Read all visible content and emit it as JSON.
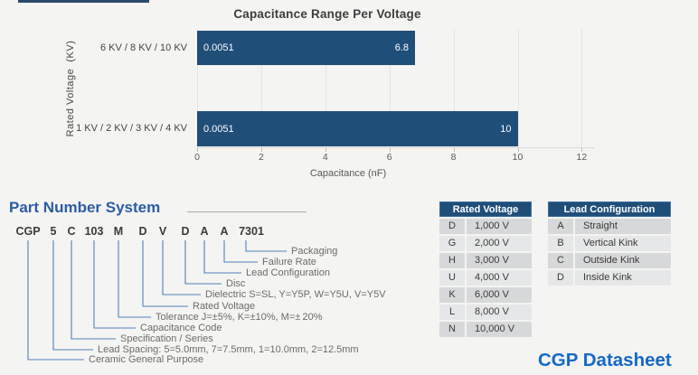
{
  "chart_data": {
    "type": "bar",
    "orientation": "horizontal",
    "title": "Capacitance Range Per Voltage",
    "xlabel": "Capacitance (nF)",
    "ylabel": "Rated Voltage  (KV)",
    "categories": [
      "6 KV / 8 KV / 10 KV",
      "1 KV / 2 KV / 3 KV / 4 KV"
    ],
    "series": [
      {
        "name": "Capacitance range",
        "min_values": [
          0.0051,
          0.0051
        ],
        "max_values": [
          6.8,
          10
        ],
        "min_labels": [
          "0.0051",
          "0.0051"
        ],
        "max_labels": [
          "6.8",
          "10"
        ]
      }
    ],
    "x_ticks": [
      0,
      2,
      4,
      6,
      8,
      10,
      12
    ],
    "xlim": [
      0,
      12
    ],
    "grid": true,
    "legend": false,
    "bar_color": "#1f4e79"
  },
  "part_number_system": {
    "heading": "Part Number System",
    "code_segments": [
      "CGP",
      "5",
      "C",
      "103",
      "M",
      "D",
      "V",
      "D",
      "A",
      "A",
      "7301"
    ],
    "segment_labels": [
      "Ceramic General Purpose",
      "Lead Spacing: 5=5.0mm, 7=7.5mm, 1=10.0mm, 2=12.5mm",
      "Specification / Series",
      "Capacitance Code",
      "Tolerance J=±5%, K=±10%, M=± 20%",
      "Rated Voltage",
      "Dielectric S=SL, Y=Y5P, W=Y5U, V=Y5V",
      "Disc",
      "Lead Configuration",
      "Failure Rate",
      "Packaging"
    ]
  },
  "rated_voltage_table": {
    "header": "Rated Voltage",
    "rows": [
      [
        "D",
        "1,000 V"
      ],
      [
        "G",
        "2,000 V"
      ],
      [
        "H",
        "3,000 V"
      ],
      [
        "U",
        "4,000 V"
      ],
      [
        "K",
        "6,000 V"
      ],
      [
        "L",
        "8,000 V"
      ],
      [
        "N",
        "10,000 V"
      ]
    ]
  },
  "lead_configuration_table": {
    "header": "Lead Configuration",
    "rows": [
      [
        "A",
        "Straight"
      ],
      [
        "B",
        "Vertical Kink"
      ],
      [
        "C",
        "Outside Kink"
      ],
      [
        "D",
        "Inside Kink"
      ]
    ]
  },
  "footer": {
    "datasheet_link": "CGP Datasheet"
  },
  "colors": {
    "accent_navy": "#1f4e79",
    "heading_blue": "#2b5da5",
    "link_blue": "#1668c8",
    "row_dark": "#d7d8da",
    "row_light": "#e6e7e8"
  }
}
